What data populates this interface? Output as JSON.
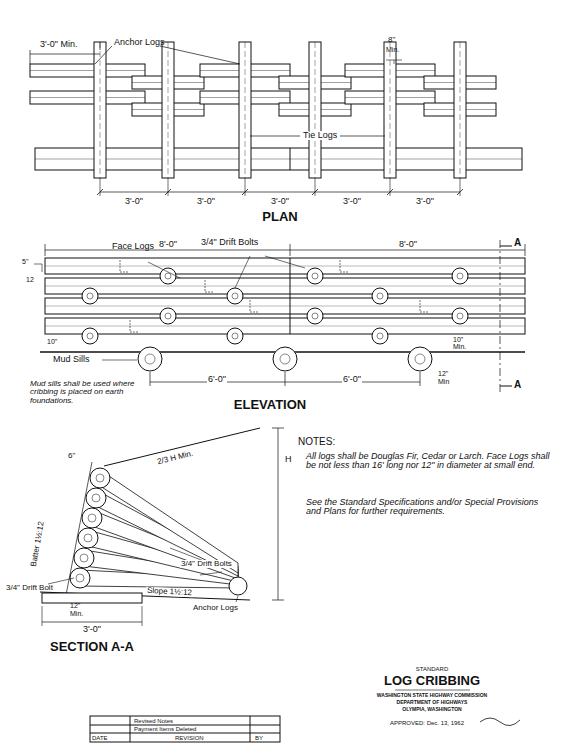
{
  "diagram": {
    "title": "LOG CRIBBING",
    "labels": [
      "3'-0\" Min.",
      "Anchor Logs",
      "8\"",
      "Min.",
      "Tie Logs",
      "3'-0\"",
      "3'-0\"",
      "3'-0\"",
      "3'-0\"",
      "3'-0\"",
      "PLAN",
      "8'-0\"",
      "8'-0\"",
      "A",
      "Face Logs",
      "3/4\" Drift Bolts",
      "5\"",
      "12",
      "10\"",
      "10\"",
      "Min.",
      "Mud Sills",
      "6'-0\"",
      "6'-0\"",
      "12\"",
      "Min",
      "A",
      "ELEVATION",
      "Mud sills shall be used where cribbing is placed on earth foundations.",
      "Batter 1½:12",
      "6\"",
      "2/3 H Min.",
      "H",
      "3/4\" Drift Bolt",
      "12\"",
      "Min.",
      "Slope 1½:12",
      "3/4\" Drift Bolts",
      "Anchor Logs",
      "3'-0\"",
      "SECTION A-A",
      "NOTES:",
      "All logs shall be Douglas Fir, Cedar or Larch. Face Logs shall be not less than 16' long nor 12\" in diameter at small end.",
      "See the Standard Specifications and/or Special Provisions and Plans for further requirements.",
      "STANDARD",
      "WASHINGTON STATE HIGHWAY COMMISSION",
      "DEPARTMENT OF HIGHWAYS",
      "OLYMPIA, WASHINGTON",
      "APPROVED: Dec. 13, 1962",
      "Revised Notes",
      "Payment Items Deleted",
      "DATE",
      "REVISION",
      "BY"
    ]
  }
}
